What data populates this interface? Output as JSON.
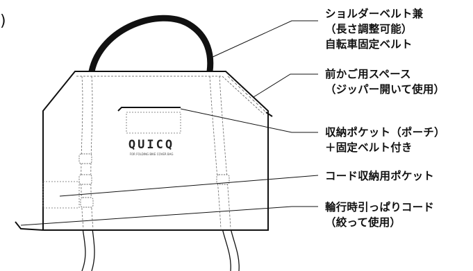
{
  "corner_mark": ")",
  "logo": {
    "wordmark": "QUICQ",
    "tagline": "FOR FOLDING BIKE COVER BAG"
  },
  "labels": [
    {
      "key": "shoulder-belt",
      "lines": [
        "ショルダーベルト兼",
        "（長さ調整可能）",
        "自転車固定ベルト"
      ]
    },
    {
      "key": "front-basket",
      "lines": [
        "前かご用スペース",
        "（ジッパー開いて使用）"
      ]
    },
    {
      "key": "pocket",
      "lines": [
        "収納ポケット（ポーチ）",
        "＋固定ベルト付き"
      ]
    },
    {
      "key": "cord-pocket",
      "lines": [
        "コード収納用ポケット"
      ]
    },
    {
      "key": "pull-cord",
      "lines": [
        "輪行時引っぱりコード",
        "（絞って使用）"
      ]
    }
  ]
}
